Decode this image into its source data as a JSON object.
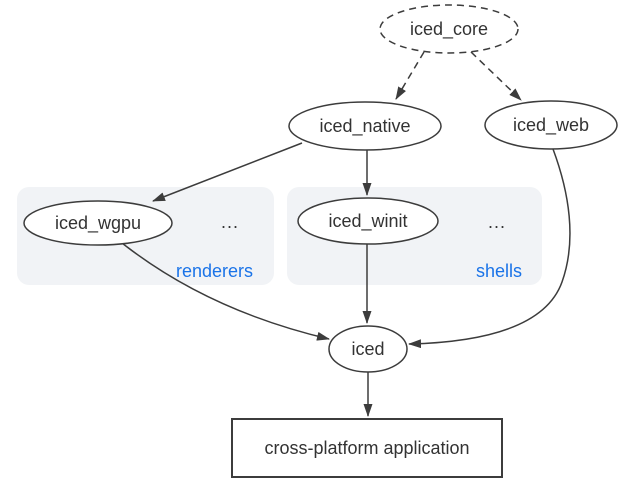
{
  "colors": {
    "stroke": "#3c3c3c",
    "text": "#333333",
    "accent_blue": "#1a73e8",
    "group_fill": "#f1f3f6",
    "node_fill": "#ffffff",
    "background": "#ffffff"
  },
  "nodes": {
    "iced_core": {
      "label": "iced_core",
      "shape": "dashed-ellipse"
    },
    "iced_native": {
      "label": "iced_native",
      "shape": "ellipse"
    },
    "iced_web": {
      "label": "iced_web",
      "shape": "ellipse"
    },
    "iced_wgpu": {
      "label": "iced_wgpu",
      "shape": "ellipse"
    },
    "iced_winit": {
      "label": "iced_winit",
      "shape": "ellipse"
    },
    "iced": {
      "label": "iced",
      "shape": "ellipse"
    },
    "application": {
      "label": "cross-platform application",
      "shape": "rect"
    }
  },
  "groups": {
    "renderers": {
      "label": "renderers",
      "ellipsis": "..."
    },
    "shells": {
      "label": "shells",
      "ellipsis": "..."
    }
  },
  "edges": [
    {
      "from": "iced_core",
      "to": "iced_native",
      "style": "dashed"
    },
    {
      "from": "iced_core",
      "to": "iced_web",
      "style": "dashed"
    },
    {
      "from": "iced_native",
      "to": "iced_wgpu",
      "style": "solid"
    },
    {
      "from": "iced_native",
      "to": "iced_winit",
      "style": "solid"
    },
    {
      "from": "iced_winit",
      "to": "iced",
      "style": "solid"
    },
    {
      "from": "iced_wgpu",
      "to": "iced",
      "style": "solid"
    },
    {
      "from": "iced_web",
      "to": "iced",
      "style": "solid"
    },
    {
      "from": "iced",
      "to": "application",
      "style": "solid"
    }
  ]
}
